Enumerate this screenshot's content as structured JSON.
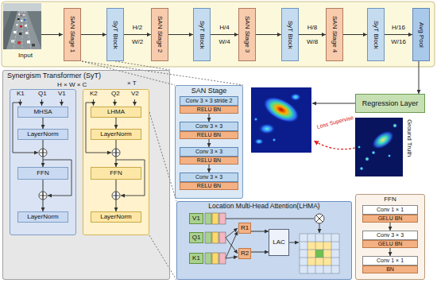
{
  "diagram": {
    "nodes": [
      {
        "text": [
          "SAN Stage 1"
        ]
      },
      {
        "text": [
          "SyT Block"
        ]
      },
      {
        "text": [
          "SAN Stage 2"
        ]
      },
      {
        "text": [
          "SyT Block"
        ]
      },
      {
        "text": [
          "SAN Stage 3"
        ]
      },
      {
        "text": [
          "SyT Block"
        ]
      },
      {
        "text": [
          "SAN Stage 4"
        ]
      },
      {
        "text": [
          "SyT Block"
        ]
      },
      {
        "text": [
          "Avg Pool"
        ]
      },
      {
        "text": [
          "Regression Layer"
        ]
      },
      {
        "text": [
          "Synergism Transformer (SyT)"
        ]
      },
      {
        "text": [
          "K1",
          "Q1",
          "V1"
        ],
        "in": 10
      },
      {
        "text": [
          "MHSA"
        ],
        "in": 11
      },
      {
        "text": [
          "LayerNorm"
        ],
        "in": 11
      },
      {
        "text": [
          "FFN"
        ],
        "in": 11
      },
      {
        "text": [
          "LayerNorm"
        ],
        "in": 11
      },
      {
        "text": [
          "K2",
          "Q2",
          "V2"
        ],
        "in": 10
      },
      {
        "text": [
          "LHMA"
        ],
        "in": 16
      },
      {
        "text": [
          "LayerNorm"
        ],
        "in": 16
      },
      {
        "text": [
          "FFN"
        ],
        "in": 16
      },
      {
        "text": [
          "LayerNorm"
        ],
        "in": 16
      },
      {
        "text": [
          "SAN Stage"
        ]
      },
      {
        "text": [
          "Conv 3 × 3 stride 2"
        ],
        "in": 21
      },
      {
        "text": [
          "RELU BN"
        ],
        "in": 21
      },
      {
        "text": [
          "Conv 3 × 3"
        ],
        "in": 21
      },
      {
        "text": [
          "RELU BN"
        ],
        "in": 21
      },
      {
        "text": [
          "Conv 3 × 3"
        ],
        "in": 21
      },
      {
        "text": [
          "RELU BN"
        ],
        "in": 21
      },
      {
        "text": [
          "Conv 3 × 3"
        ],
        "in": 21
      },
      {
        "text": [
          "RELU BN"
        ],
        "in": 21
      },
      {
        "text": [
          "Location Multi-Head Attention(LHMA)"
        ]
      },
      {
        "text": [
          "V1"
        ],
        "in": 30
      },
      {
        "text": [
          "Q1"
        ],
        "in": 30
      },
      {
        "text": [
          "K1"
        ],
        "in": 30
      },
      {
        "text": [
          "R1"
        ],
        "in": 30
      },
      {
        "text": [
          "R2"
        ],
        "in": 30
      },
      {
        "text": [
          "LAC"
        ],
        "in": 30
      },
      {
        "text": [
          "FFN"
        ]
      },
      {
        "text": [
          "Conv 1 × 1"
        ],
        "in": 37
      },
      {
        "text": [
          "GELU BN"
        ],
        "in": 37
      },
      {
        "text": [
          "Conv 3 × 3"
        ],
        "in": 37
      },
      {
        "text": [
          "GELU BN"
        ],
        "in": 37
      },
      {
        "text": [
          "Conv 1 × 1"
        ],
        "in": 37
      },
      {
        "text": [
          "BN"
        ],
        "in": 37
      }
    ],
    "edges": [
      {
        "from": 0,
        "to": 1,
        "arrow": "to"
      },
      {
        "from": 1,
        "to": 2,
        "arrow": "to"
      },
      {
        "from": 2,
        "to": 3,
        "arrow": "to"
      },
      {
        "from": 3,
        "to": 4,
        "arrow": "to"
      },
      {
        "from": 4,
        "to": 5,
        "arrow": "to"
      },
      {
        "from": 5,
        "to": 6,
        "arrow": "to"
      },
      {
        "from": 6,
        "to": 7,
        "arrow": "to"
      },
      {
        "from": 7,
        "to": 8,
        "arrow": "to"
      },
      {
        "from": 8,
        "to": 9,
        "arrow": "to"
      },
      {
        "from": 12,
        "to": 13,
        "arrow": "to"
      },
      {
        "from": 13,
        "to": 14,
        "arrow": "to"
      },
      {
        "from": 14,
        "to": 15,
        "arrow": "to"
      },
      {
        "from": 17,
        "to": 18,
        "arrow": "to"
      },
      {
        "from": 18,
        "to": 19,
        "arrow": "to"
      },
      {
        "from": 19,
        "to": 20,
        "arrow": "to"
      },
      {
        "from": 23,
        "to": 24,
        "arrow": "to"
      },
      {
        "from": 25,
        "to": 26,
        "arrow": "to"
      },
      {
        "from": 27,
        "to": 28,
        "arrow": "to"
      },
      {
        "from": 34,
        "to": 36,
        "arrow": "to"
      },
      {
        "from": 35,
        "to": 36,
        "arrow": "to"
      },
      {
        "from": 39,
        "to": 40,
        "arrow": "to"
      },
      {
        "from": 41,
        "to": 42,
        "arrow": "to"
      }
    ],
    "labels": [
      "Input",
      "H/2 W/2",
      "H/4 W/4",
      "H/8 W/8",
      "H/16 W/16",
      "H × W × C",
      "× T",
      "Loss Supervise",
      "Ground Truth"
    ]
  }
}
